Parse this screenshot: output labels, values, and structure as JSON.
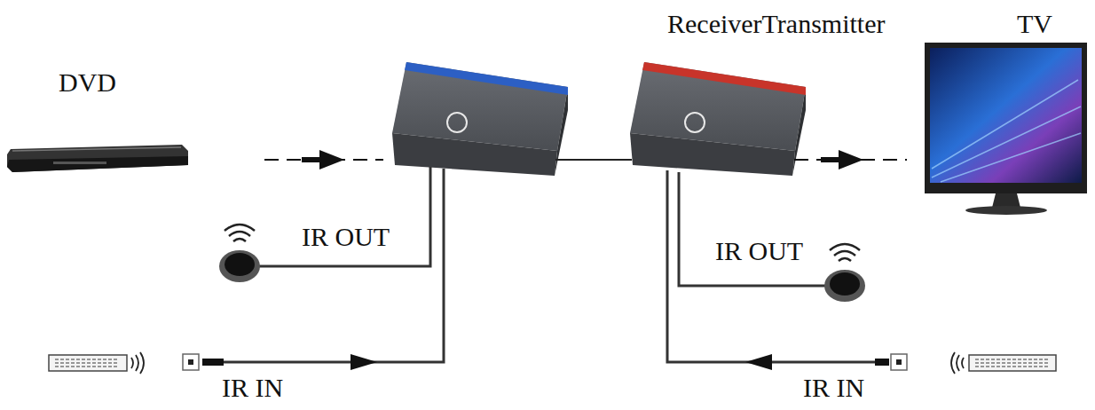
{
  "diagram": {
    "nodes": [
      {
        "text": [
          "DVD"
        ]
      },
      {
        "text": [
          "TV"
        ]
      }
    ],
    "labels": [
      "ReceiverTransmitter",
      "IR OUT",
      "IR IN",
      "IR OUT",
      "IR IN"
    ]
  }
}
